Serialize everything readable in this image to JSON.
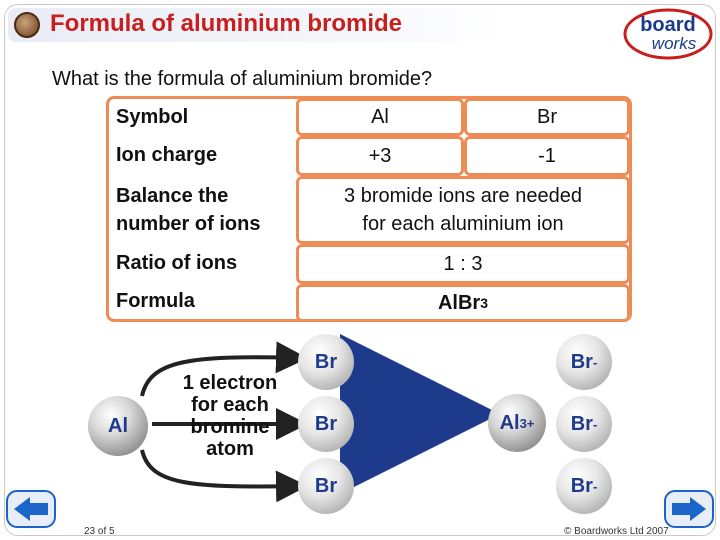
{
  "header": {
    "title": "Formula of aluminium bromide",
    "logo_top": "board",
    "logo_bottom": "works"
  },
  "question": "What is the formula of aluminium bromide?",
  "table": {
    "symbol_label": "Symbol",
    "symbol_al": "Al",
    "symbol_br": "Br",
    "charge_label": "Ion charge",
    "charge_al": "+3",
    "charge_br": "-1",
    "balance_label_1": "Balance the",
    "balance_label_2": "number of ions",
    "balance_text_1": "3 bromide ions are needed",
    "balance_text_2": "for each aluminium ion",
    "ratio_label": "Ratio of ions",
    "ratio_value": "1 : 3",
    "formula_label": "Formula",
    "formula_main": "AlBr",
    "formula_sub": "3"
  },
  "diagram": {
    "al_atom": "Al",
    "electron_line1": "1 electron",
    "electron_line2": "for each",
    "electron_line3": "bromine",
    "electron_line4": "atom",
    "br_atom_1": "Br",
    "br_atom_2": "Br",
    "br_atom_3": "Br",
    "al_ion": "Al",
    "al_ion_charge": "3+",
    "br_ion_1": "Br",
    "br_ion_2": "Br",
    "br_ion_3": "Br",
    "br_ion_charge": "-"
  },
  "footer": {
    "page": "23 of 5",
    "copyright": "© Boardworks Ltd 2007"
  },
  "icons": {
    "title_icon": "atom-badge-icon",
    "prev": "back-arrow-icon",
    "next": "forward-arrow-icon"
  },
  "colors": {
    "title": "#c81e1e",
    "border": "#ee8c56",
    "atom_label": "#1e3a8a",
    "nav": "#1b64c8"
  }
}
